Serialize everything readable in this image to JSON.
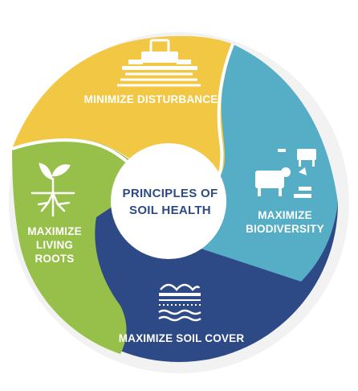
{
  "center": {
    "line1": "PRINCIPLES OF",
    "line2": "SOIL HEALTH"
  },
  "segments": {
    "disturbance": {
      "label": "MINIMIZE DISTURBANCE",
      "icon": "tractor-icon",
      "color": "#f2c744"
    },
    "biodiversity": {
      "line1": "MAXIMIZE",
      "line2": "BIODIVERSITY",
      "icon": "livestock-icon",
      "color": "#55aec6"
    },
    "soil_cover": {
      "label": "MAXIMIZE SOIL COVER",
      "icon": "soil-cover-icon",
      "color": "#2d4a86"
    },
    "living_roots": {
      "line1": "MAXIMIZE",
      "line2": "LIVING",
      "line3": "ROOTS",
      "icon": "sprout-roots-icon",
      "color": "#96c04a"
    }
  },
  "colors": {
    "center_text": "#2d4a86",
    "background": "#ffffff"
  }
}
